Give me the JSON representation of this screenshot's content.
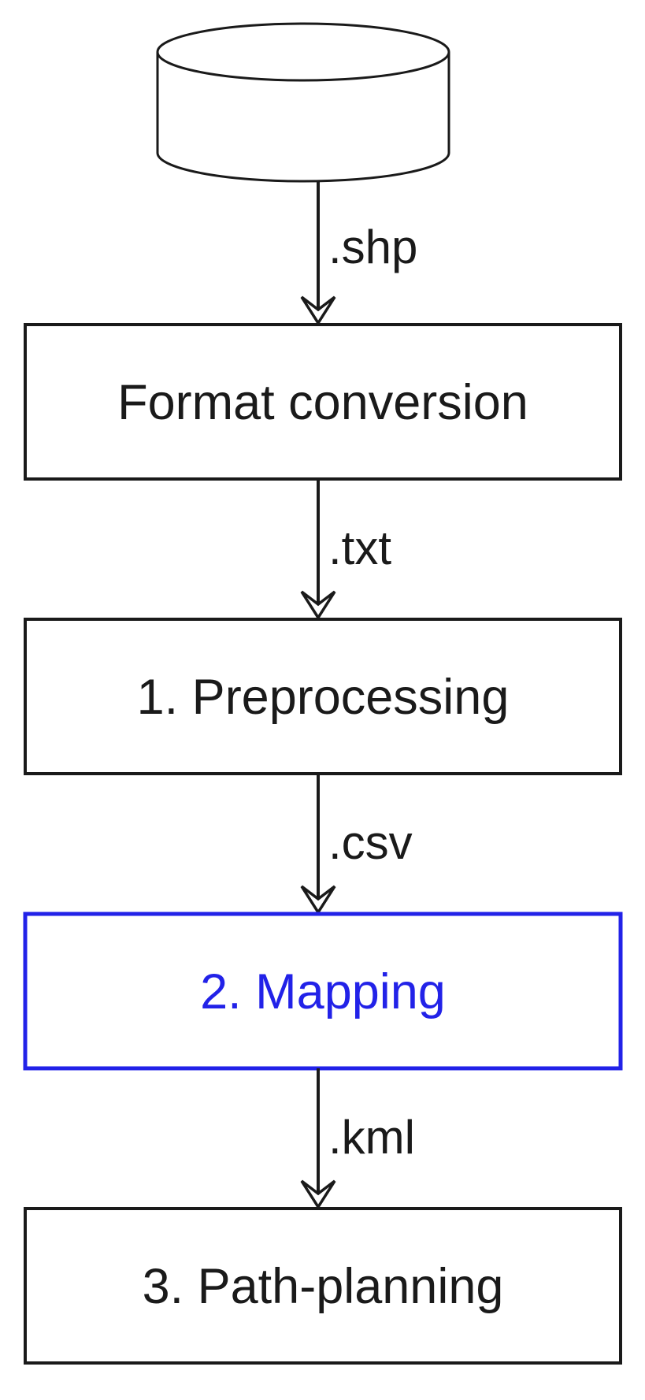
{
  "diagram": {
    "colors": {
      "line": "#1a1a1a",
      "accent": "#2222e8",
      "background": "#ffffff"
    },
    "source": {
      "icon": "database-cylinder-icon"
    },
    "nodes": [
      {
        "id": "format-conversion",
        "label": "Format conversion",
        "color": "#1a1a1a",
        "border_color": "#1a1a1a",
        "highlighted": false
      },
      {
        "id": "preprocessing",
        "label": "1. Preprocessing",
        "color": "#1a1a1a",
        "border_color": "#1a1a1a",
        "highlighted": false
      },
      {
        "id": "mapping",
        "label": "2. Mapping",
        "color": "#2222e8",
        "border_color": "#2222e8",
        "highlighted": true
      },
      {
        "id": "path-planning",
        "label": "3. Path-planning",
        "color": "#1a1a1a",
        "border_color": "#1a1a1a",
        "highlighted": false
      }
    ],
    "edges": [
      {
        "from": "database",
        "to": "format-conversion",
        "label": ".shp"
      },
      {
        "from": "format-conversion",
        "to": "preprocessing",
        "label": ".txt"
      },
      {
        "from": "preprocessing",
        "to": "mapping",
        "label": ".csv"
      },
      {
        "from": "mapping",
        "to": "path-planning",
        "label": ".kml"
      }
    ]
  }
}
